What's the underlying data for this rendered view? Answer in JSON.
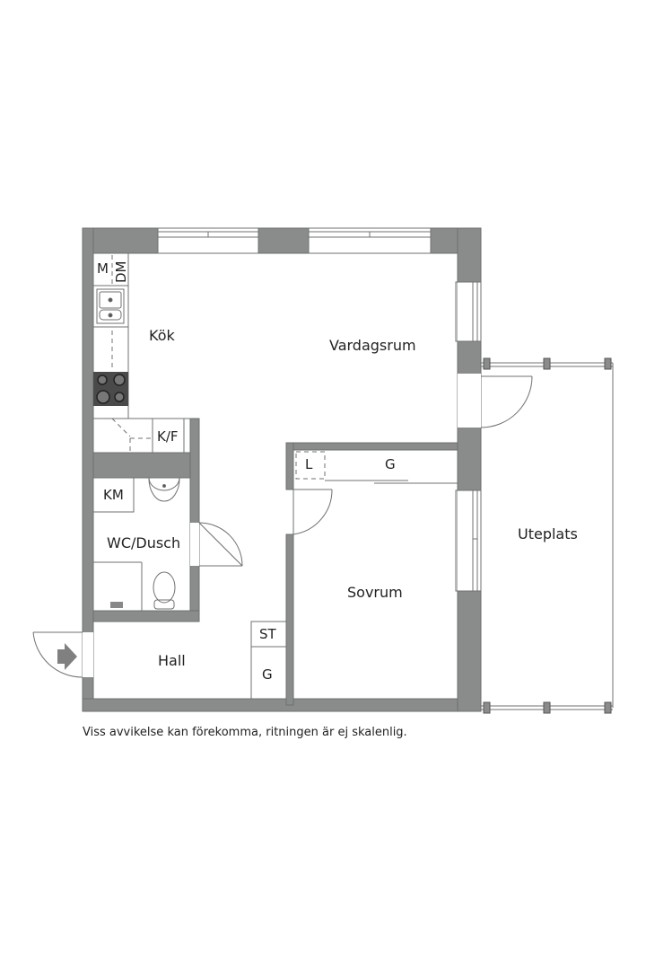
{
  "plan": {
    "colors": {
      "wall": "#8a8c8c",
      "wall_stroke": "#6e7070",
      "line": "#707070",
      "hob": "#4a4a4a",
      "text": "#222222"
    },
    "rooms": {
      "kitchen": "Kök",
      "living_room": "Vardagsrum",
      "bathroom": "WC/Dusch",
      "hall": "Hall",
      "bedroom": "Sovrum",
      "patio": "Uteplats"
    },
    "fixtures": {
      "microwave": "M",
      "dishwasher": "DM",
      "fridge_freezer": "K/F",
      "washing_machine": "KM",
      "storage": "ST",
      "wardrobe_hall": "G",
      "wardrobe_bedroom": "G",
      "linen": "L"
    },
    "icons": {
      "entrance": "entrance-arrow-icon"
    }
  },
  "footer": {
    "disclaimer": "Viss avvikelse kan förekomma, ritningen är ej skalenlig."
  }
}
